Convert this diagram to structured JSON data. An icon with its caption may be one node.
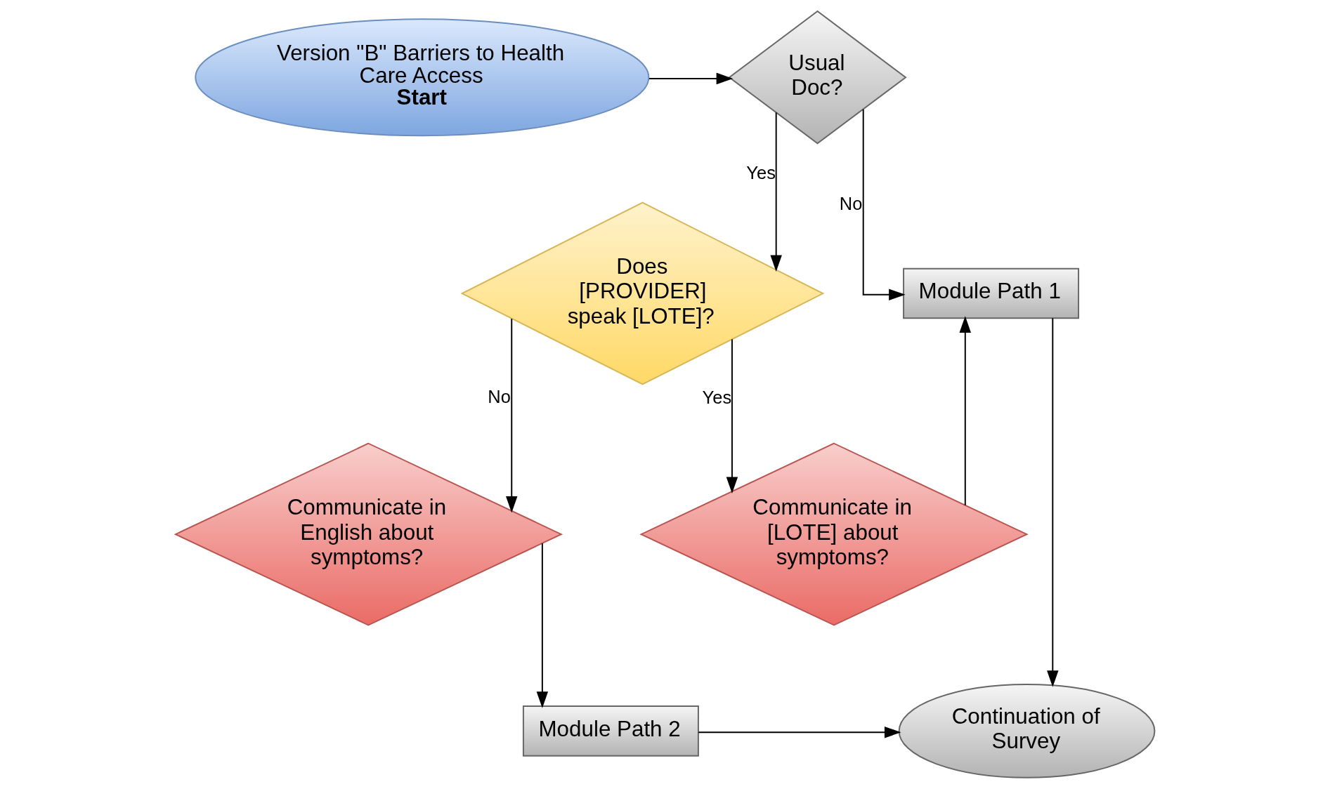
{
  "diagram": {
    "nodes": [
      {
        "text": [
          "Version \"B\" Barriers to Health Care Access",
          "Start"
        ]
      },
      {
        "text": [
          "Usual Doc?"
        ]
      },
      {
        "text": [
          "Does [PROVIDER] speak [LOTE]?"
        ]
      },
      {
        "text": [
          "Module Path 1"
        ]
      },
      {
        "text": [
          "Communicate in [LOTE] about symptoms?"
        ]
      },
      {
        "text": [
          "Communicate in English about symptoms?"
        ]
      },
      {
        "text": [
          "Continuation of Survey"
        ]
      },
      {
        "text": [
          "Module Path 2"
        ]
      }
    ],
    "edges": [
      {
        "from": 0,
        "to": 1,
        "arrow": "to"
      },
      {
        "from": 1,
        "to": 2,
        "arrow": "to",
        "label": "Yes"
      },
      {
        "from": 1,
        "to": 3,
        "arrow": "to",
        "label": "No"
      },
      {
        "from": 2,
        "to": 5,
        "arrow": "to",
        "label": "No"
      },
      {
        "from": 2,
        "to": 4,
        "arrow": "to",
        "label": "Yes"
      },
      {
        "from": 4,
        "to": 3,
        "arrow": "to"
      },
      {
        "from": 3,
        "to": 6,
        "arrow": "to"
      },
      {
        "from": 5,
        "to": 7,
        "arrow": "to"
      },
      {
        "from": 7,
        "to": 6,
        "arrow": "to"
      }
    ]
  }
}
